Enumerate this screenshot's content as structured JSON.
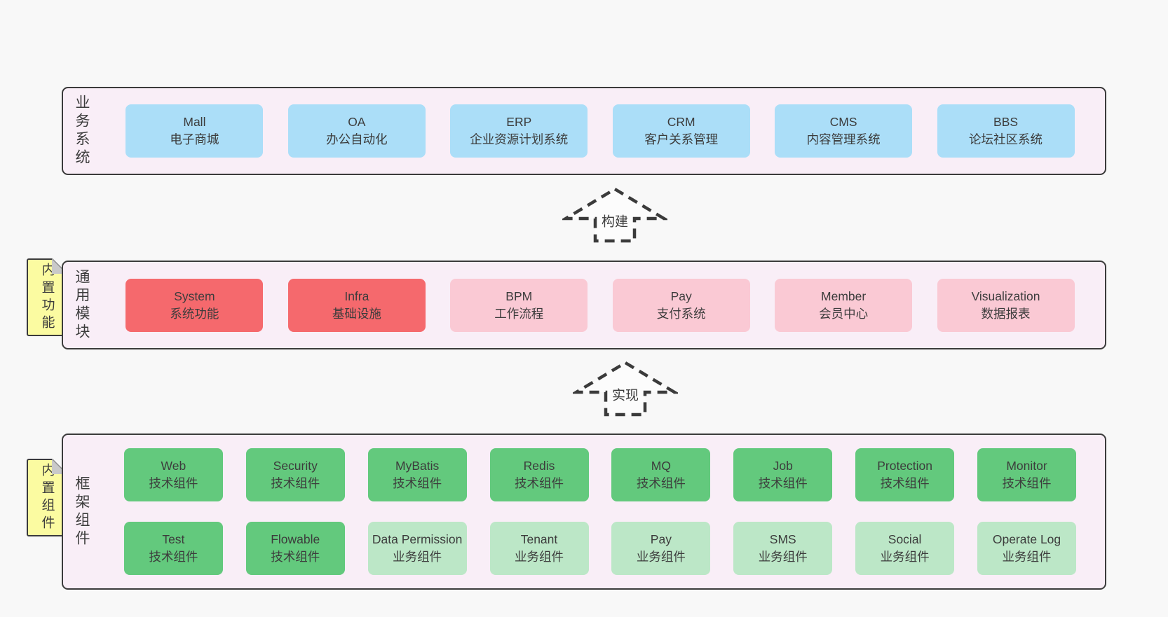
{
  "colors": {
    "page-bg": "#f8f8f8",
    "panel-bg": "#f9eef7",
    "line": "#3b3b3b",
    "text": "#3c3c3c",
    "blue": "#abdef8",
    "red": "#f5696d",
    "pink": "#fac9d4",
    "green": "#63c97d",
    "green-light": "#bce7c7",
    "note": "#fbfba1",
    "fold": "#c9c9c9"
  },
  "business": {
    "label": "业务系统",
    "boxes": [
      {
        "name": "Mall",
        "desc": "电子商城"
      },
      {
        "name": "OA",
        "desc": "办公自动化"
      },
      {
        "name": "ERP",
        "desc": "企业资源计划系统"
      },
      {
        "name": "CRM",
        "desc": "客户关系管理"
      },
      {
        "name": "CMS",
        "desc": "内容管理系统"
      },
      {
        "name": "BBS",
        "desc": "论坛社区系统"
      }
    ]
  },
  "arrows": {
    "build": "构建",
    "implement": "实现"
  },
  "modules": {
    "label": "通用模块",
    "note": "内置功能",
    "boxes": [
      {
        "name": "System",
        "desc": "系统功能"
      },
      {
        "name": "Infra",
        "desc": "基础设施"
      },
      {
        "name": "BPM",
        "desc": "工作流程"
      },
      {
        "name": "Pay",
        "desc": "支付系统"
      },
      {
        "name": "Member",
        "desc": "会员中心"
      },
      {
        "name": "Visualization",
        "desc": "数据报表"
      }
    ]
  },
  "framework": {
    "label": "框架组件",
    "note": "内置组件",
    "row1": [
      {
        "name": "Web",
        "desc": "技术组件"
      },
      {
        "name": "Security",
        "desc": "技术组件"
      },
      {
        "name": "MyBatis",
        "desc": "技术组件"
      },
      {
        "name": "Redis",
        "desc": "技术组件"
      },
      {
        "name": "MQ",
        "desc": "技术组件"
      },
      {
        "name": "Job",
        "desc": "技术组件"
      },
      {
        "name": "Protection",
        "desc": "技术组件"
      },
      {
        "name": "Monitor",
        "desc": "技术组件"
      }
    ],
    "row2": [
      {
        "name": "Test",
        "desc": "技术组件"
      },
      {
        "name": "Flowable",
        "desc": "技术组件"
      },
      {
        "name": "Data Permission",
        "desc": "业务组件"
      },
      {
        "name": "Tenant",
        "desc": "业务组件"
      },
      {
        "name": "Pay",
        "desc": "业务组件"
      },
      {
        "name": "SMS",
        "desc": "业务组件"
      },
      {
        "name": "Social",
        "desc": "业务组件"
      },
      {
        "name": "Operate Log",
        "desc": "业务组件"
      }
    ]
  }
}
